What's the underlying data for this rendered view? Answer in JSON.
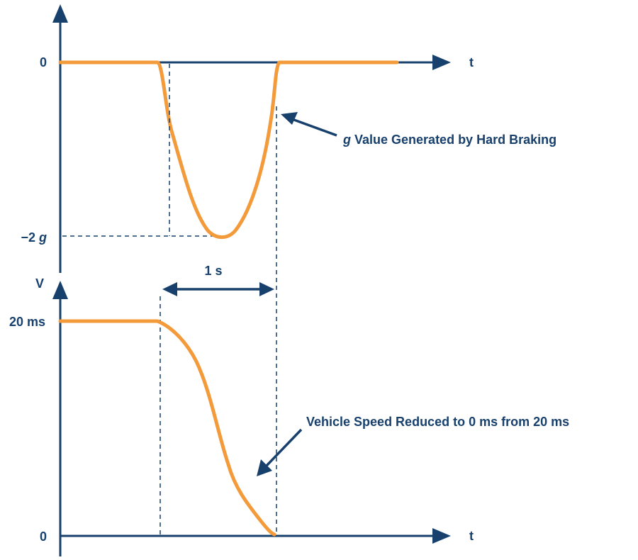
{
  "colors": {
    "axis": "#17406d",
    "curve": "#f39a3a",
    "dashed": "#17406d",
    "text": "#17406d"
  },
  "top_plot": {
    "x_axis_label": "t",
    "y_zero_label": "0",
    "y_min_label_prefix": "−2 ",
    "y_min_label_var": "g",
    "annotation_var": "g",
    "annotation_text": " Value Generated by Hard Braking"
  },
  "duration": {
    "label": "1 s"
  },
  "bottom_plot": {
    "y_axis_label": "V",
    "x_axis_label": "t",
    "y_max_label": "20 ms",
    "y_zero_label": "0",
    "annotation_text": "Vehicle Speed Reduced to 0 ms from 20 ms"
  }
}
